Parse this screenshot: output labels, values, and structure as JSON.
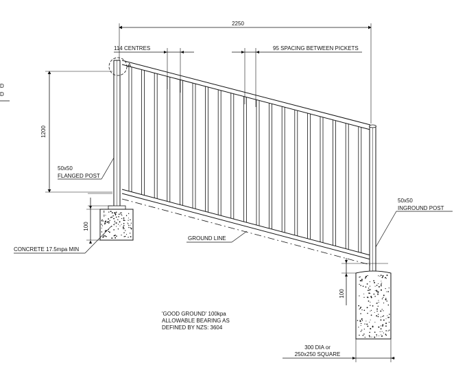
{
  "dimensions": {
    "width": "2250",
    "height": "1200",
    "centres": "114 CENTRES",
    "spacing": "95 SPACING BETWEEN PICKETS",
    "footing_left": "100",
    "footing_right": "100"
  },
  "labels": {
    "marker": "A",
    "flanged_post_size": "50x50",
    "flanged_post": "FLANGED POST",
    "inground_post_size": "50x50",
    "inground_post": "INGROUND POST",
    "ground_line": "GROUND LINE",
    "concrete": "CONCRETE 17.5mpa MIN",
    "note_line1": "'GOOD GROUND' 100kpa",
    "note_line2": "ALLOWABLE BEARING AS",
    "note_line3": "DEFINED BY NZS: 3604",
    "footing_line1": "300 DIA or",
    "footing_line2": "250x250 SQUARE",
    "edge_top": "D",
    "edge_bottom": "D"
  }
}
